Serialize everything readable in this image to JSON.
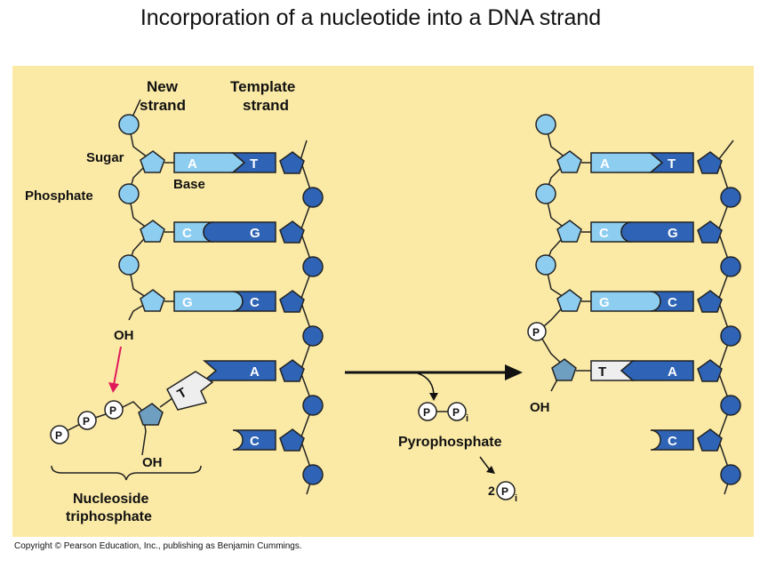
{
  "title": "Incorporation of a nucleotide into a DNA strand",
  "labels": {
    "new_strand_1": "New",
    "new_strand_2": "strand",
    "template_strand_1": "Template",
    "template_strand_2": "strand",
    "sugar": "Sugar",
    "phosphate": "Phosphate",
    "base": "Base",
    "oh_new_strand": "OH",
    "oh_nucleoside": "OH",
    "nucleoside_1": "Nucleoside",
    "nucleoside_2": "triphosphate",
    "pyrophosphate": "Pyrophosphate",
    "oh_result": "OH"
  },
  "phosphate_symbol": "P",
  "pi_subscript": "i",
  "two_prefix": "2",
  "copyright": "Copyright © Pearson Education, Inc., publishing as Benjamin Cummings.",
  "left_pairs": [
    {
      "new": "A",
      "template": "T"
    },
    {
      "new": "C",
      "template": "G"
    },
    {
      "new": "G",
      "template": "C"
    },
    {
      "new": "",
      "template": "A"
    },
    {
      "new": "",
      "template": "C"
    }
  ],
  "incoming_base": "T",
  "right_pairs": [
    {
      "new": "A",
      "template": "T"
    },
    {
      "new": "C",
      "template": "G"
    },
    {
      "new": "G",
      "template": "C"
    },
    {
      "new": "T",
      "template": "A"
    },
    {
      "new": "",
      "template": "C"
    }
  ],
  "colors": {
    "panel": "#fbeaa6",
    "light_blue": "#8dcdf0",
    "dark_blue": "#2e63b5",
    "grey_blue": "#6f9fc0",
    "arrow_pink": "#e0185a"
  }
}
